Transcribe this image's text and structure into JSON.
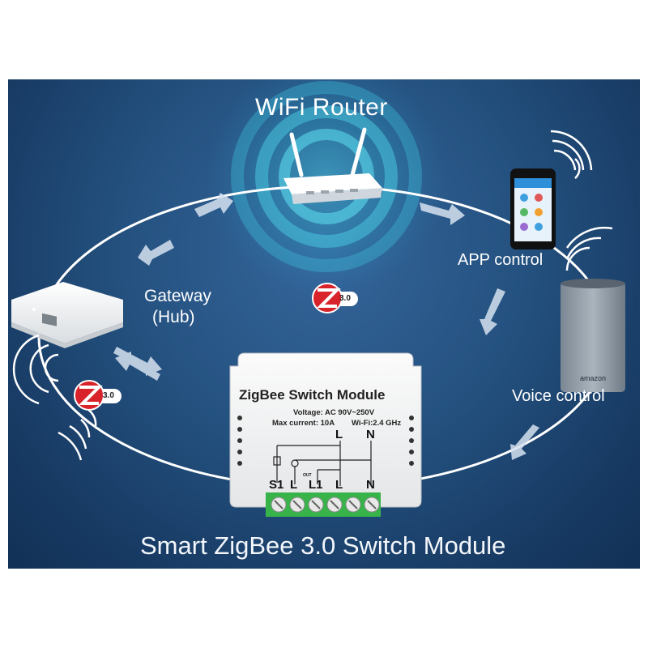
{
  "diagram": {
    "router_label": "WiFi Router",
    "app_label": "APP control",
    "voice_label": "Voice control",
    "gateway_label_line1": "Gateway",
    "gateway_label_line2": "(Hub)",
    "bottom_title": "Smart ZigBee 3.0 Switch Module",
    "zigbee_badge_version": "3.0",
    "zigbee_badge_version_2": "3.0",
    "speaker_brand": "amazon"
  },
  "module": {
    "title": "ZigBee Switch Module",
    "voltage": "Voltage: AC 90V~250V",
    "current": "Max current: 10A",
    "wifi": "Wi-Fi:2.4 GHz",
    "top_terminal_l": "L",
    "top_terminal_n": "N",
    "out_label": "OUT",
    "terminals": [
      "S1",
      "L",
      "L1",
      "L",
      "N"
    ]
  },
  "colors": {
    "background_top": "#35659b",
    "background_bottom": "#123055",
    "terminal_green": "#37b34a",
    "zigbee_red": "#d8232a"
  }
}
